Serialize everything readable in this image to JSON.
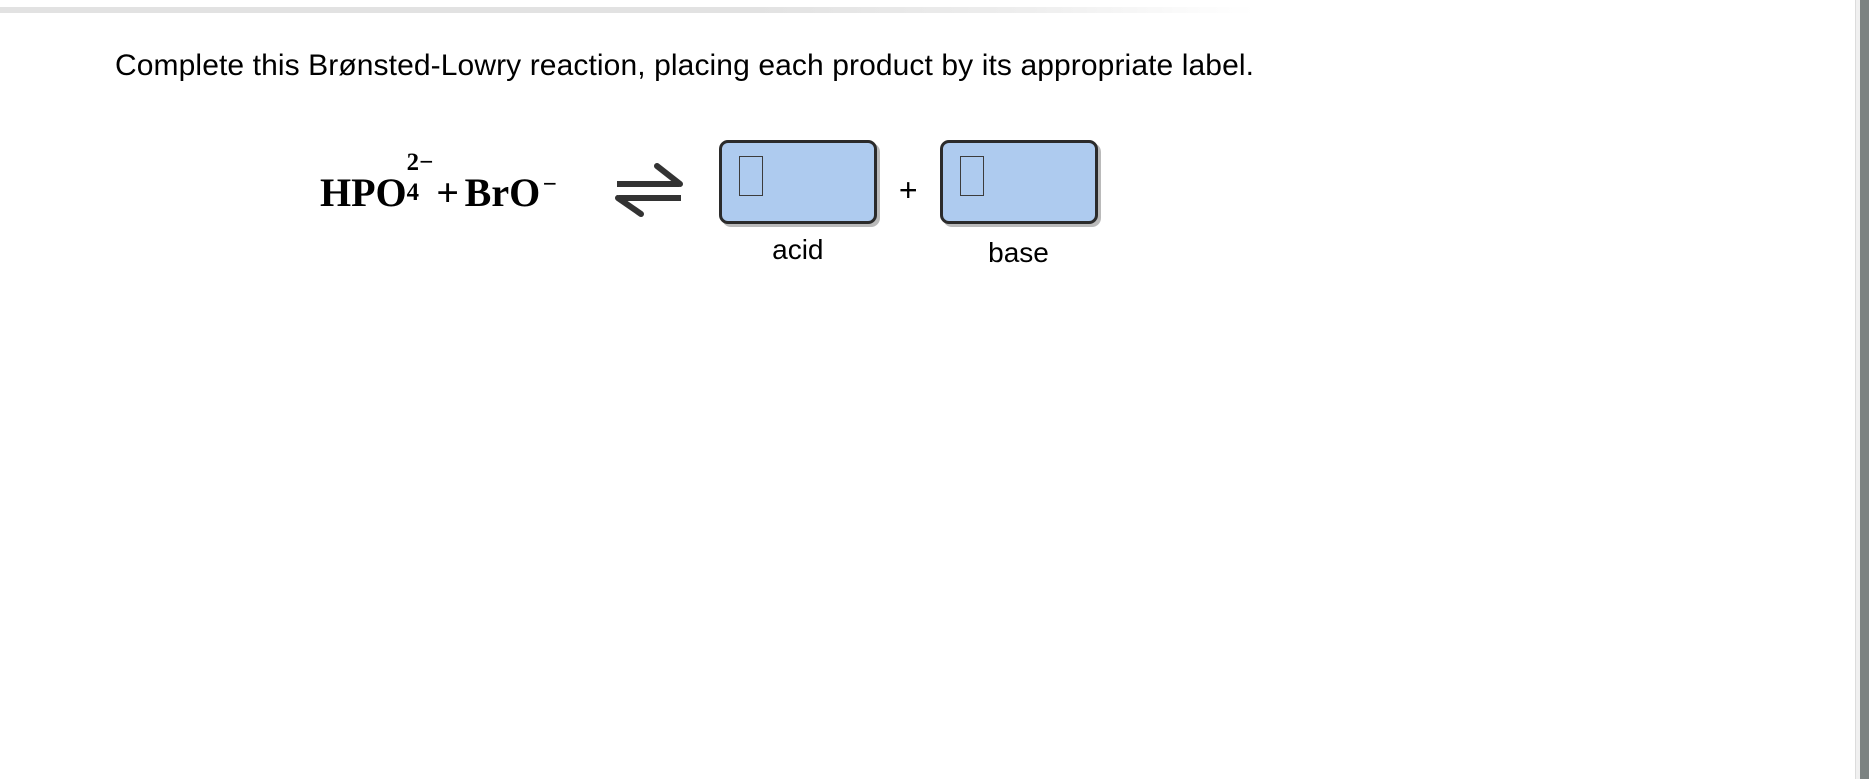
{
  "prompt": {
    "text": "Complete this Brønsted-Lowry reaction, placing each product by its appropriate label."
  },
  "reaction": {
    "reactant_1": {
      "formula_plain": "HPO4^2-",
      "base": "HPO",
      "subscript": "4",
      "charge": "2−"
    },
    "operator_reactants": "+",
    "reactant_2": {
      "formula_plain": "BrO^-",
      "base": "BrO",
      "charge": "−"
    },
    "arrow": {
      "name": "equilibrium-arrow",
      "symbol": "⇌",
      "color": "#333333"
    },
    "operator_products": "+",
    "products": [
      {
        "id": "acid",
        "label": "acid",
        "value": "",
        "placeholder": "",
        "fill_color": "#aecbef",
        "border_color": "#2b2b2b"
      },
      {
        "id": "base",
        "label": "base",
        "value": "",
        "placeholder": "",
        "fill_color": "#aecbef",
        "border_color": "#2b2b2b"
      }
    ]
  },
  "scrollbar": {
    "thumb_color": "#7c8382",
    "track_color": "#f0f0f0"
  }
}
